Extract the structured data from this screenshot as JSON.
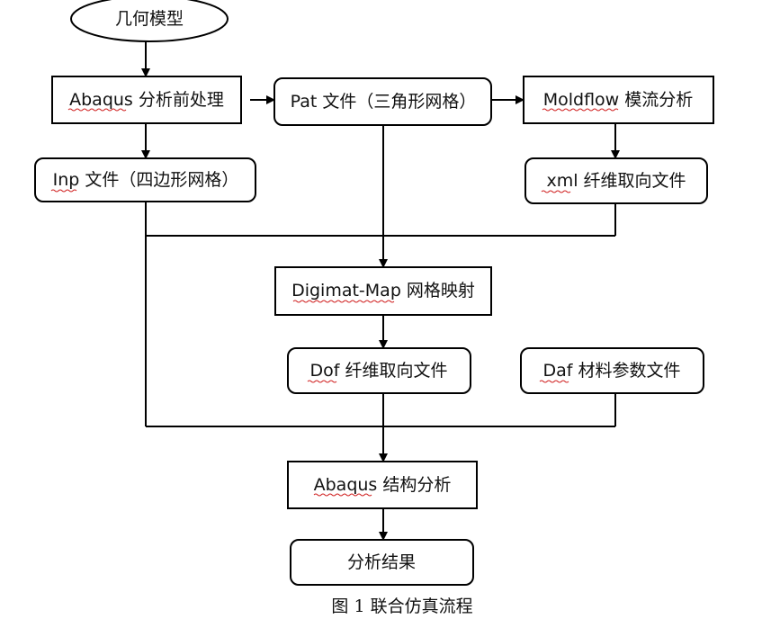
{
  "diagram": {
    "colors": {
      "stroke": "#000000",
      "text": "#111111",
      "background": "#ffffff",
      "spellcheck": "#d02020"
    },
    "nodes": {
      "geometry_model": "几何模型",
      "abaqus_pre": "Abaqus 分析前处理",
      "pat_file": "Pat 文件（三角形网格）",
      "moldflow": "Moldflow 模流分析",
      "inp_file": "Inp 文件（四边形网格）",
      "xml_file": "xml 纤维取向文件",
      "digimat_map": "Digimat-Map 网格映射",
      "dof_file": "Dof 纤维取向文件",
      "daf_file": "Daf 材料参数文件",
      "abaqus_struct": "Abaqus 结构分析",
      "result": "分析结果"
    },
    "caption": "图 1  联合仿真流程"
  }
}
